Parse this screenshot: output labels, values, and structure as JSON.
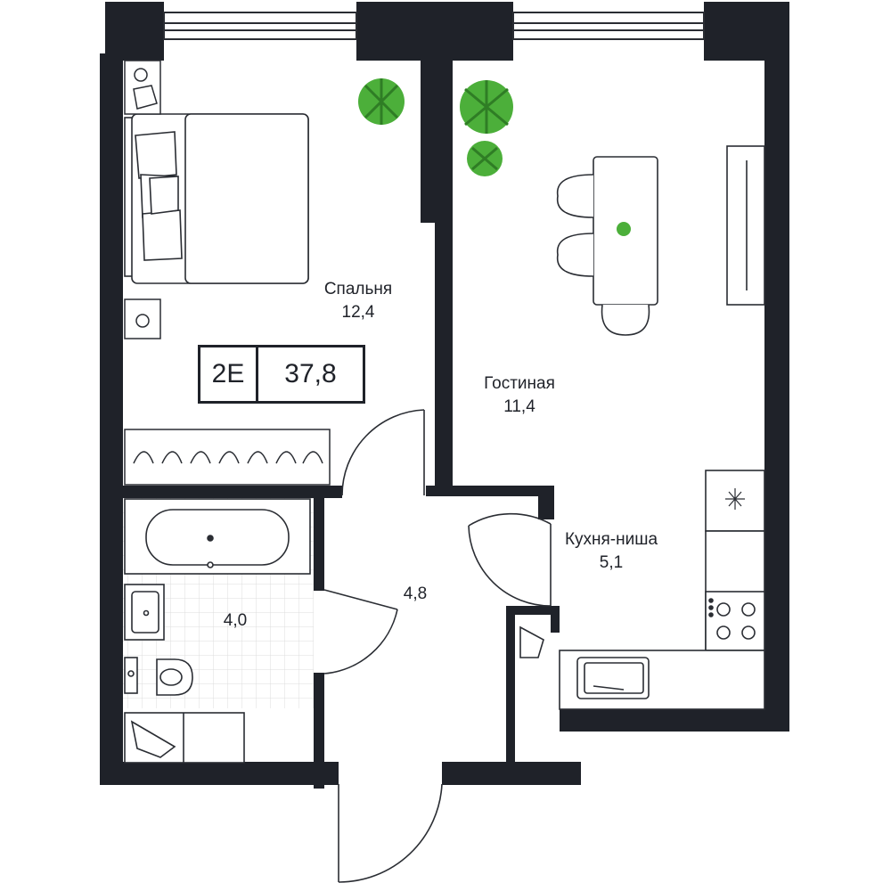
{
  "unit": {
    "code": "2E",
    "total_area": "37,8"
  },
  "rooms": [
    {
      "id": "bedroom",
      "name": "Спальня",
      "area": "12,4"
    },
    {
      "id": "living",
      "name": "Гостиная",
      "area": "11,4"
    },
    {
      "id": "kitchen",
      "name": "Кухня-ниша",
      "area": "5,1"
    },
    {
      "id": "hall",
      "name": "",
      "area": "4,8"
    },
    {
      "id": "bathroom",
      "name": "",
      "area": "4,0"
    }
  ],
  "colors": {
    "wall": "#1f2229",
    "line": "#2a2d33",
    "plant": "#4caf3a",
    "plant_dark": "#2f7d25",
    "tile": "#dcdcdc"
  }
}
